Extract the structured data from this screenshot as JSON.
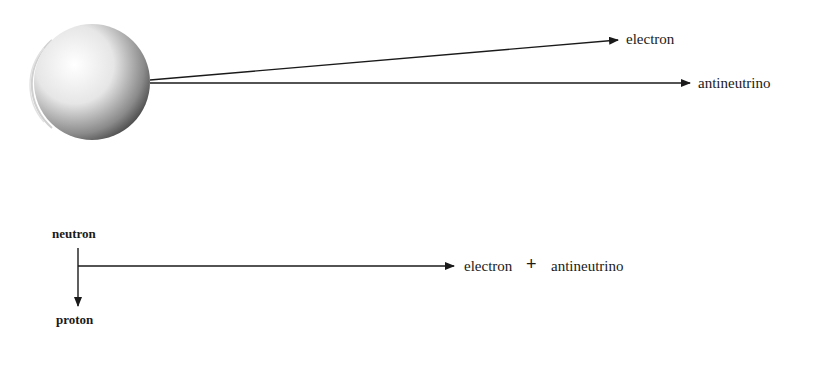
{
  "diagram": {
    "labels": [
      "electron",
      "antineutrino",
      "neutron",
      "electron",
      "+",
      "antineutrino",
      "proton"
    ]
  }
}
